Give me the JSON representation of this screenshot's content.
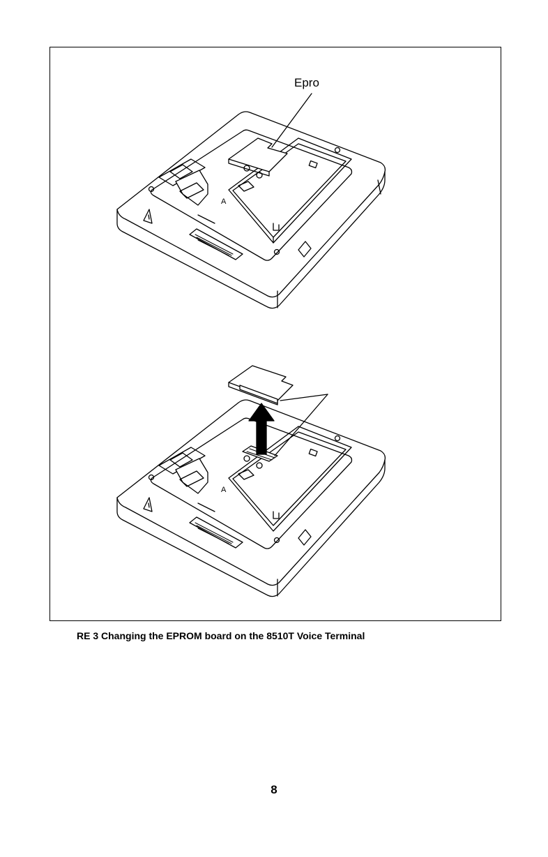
{
  "figure": {
    "callout_label": "Epro",
    "top_view": "terminal-with-eprom-installed",
    "bottom_view": "terminal-with-eprom-removed"
  },
  "caption": "RE 3  Changing the EPROM board on the 8510T Voice Terminal",
  "page_number": "8"
}
